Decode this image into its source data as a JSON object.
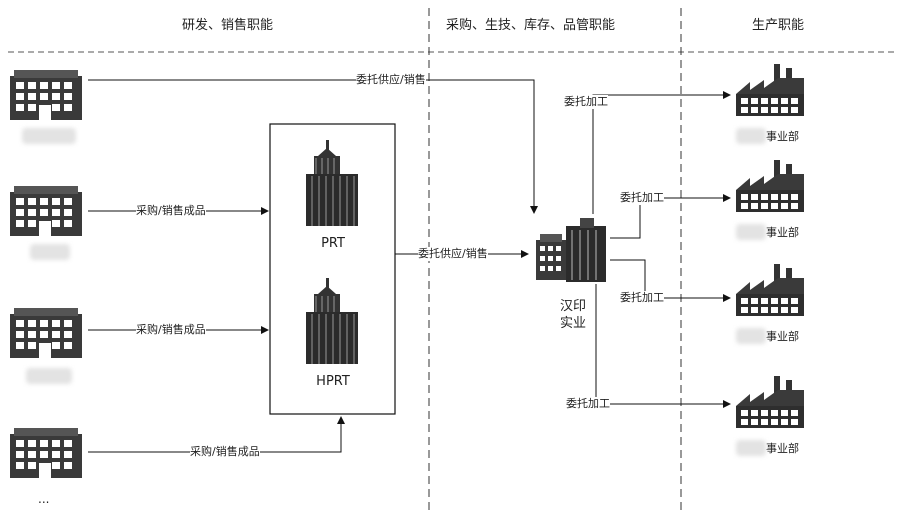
{
  "headers": {
    "rd_sales": "研发、销售职能",
    "purchase_prod": "采购、生技、库存、品管职能",
    "production": "生产职能"
  },
  "center_box": {
    "prt": "PRT",
    "hprt": "HPRT"
  },
  "hanyin": {
    "line1": "汉印",
    "line2": "实业"
  },
  "flows": {
    "top_supply": "委托供应/销售",
    "purchase_1": "采购/销售成品",
    "purchase_2": "采购/销售成品",
    "purchase_3": "采购/销售成品",
    "box_to_hanyin": "委托供应/销售",
    "process_1": "委托加工",
    "process_2": "委托加工",
    "process_3": "委托加工",
    "process_4": "委托加工"
  },
  "divisions": [
    {
      "suffix": "事业部"
    },
    {
      "suffix": "事业部"
    },
    {
      "suffix": "事业部"
    },
    {
      "suffix": "事业部"
    }
  ],
  "ellipsis": "..."
}
